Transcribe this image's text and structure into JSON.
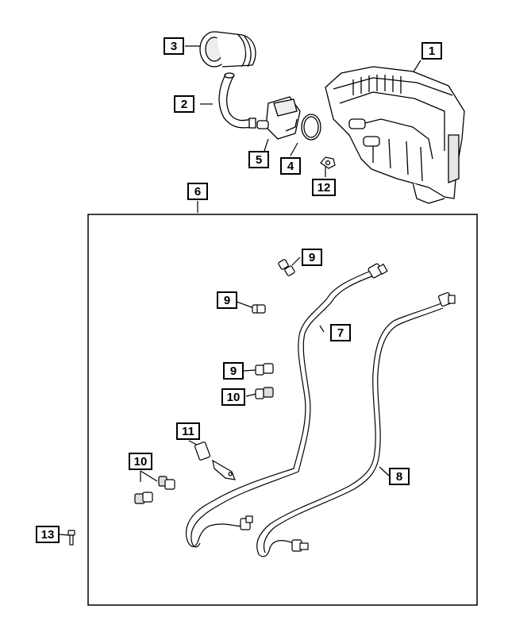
{
  "callouts": {
    "c1": "1",
    "c2": "2",
    "c3": "3",
    "c4": "4",
    "c5": "5",
    "c6": "6",
    "c7": "7",
    "c8": "8",
    "c9a": "9",
    "c9b": "9",
    "c9c": "9",
    "c10a": "10",
    "c10b": "10",
    "c11": "11",
    "c12": "12",
    "c13": "13"
  },
  "colors": {
    "line": "#000000",
    "background": "#ffffff",
    "part_fill": "#ffffff",
    "shade": "#d9d9d9"
  }
}
